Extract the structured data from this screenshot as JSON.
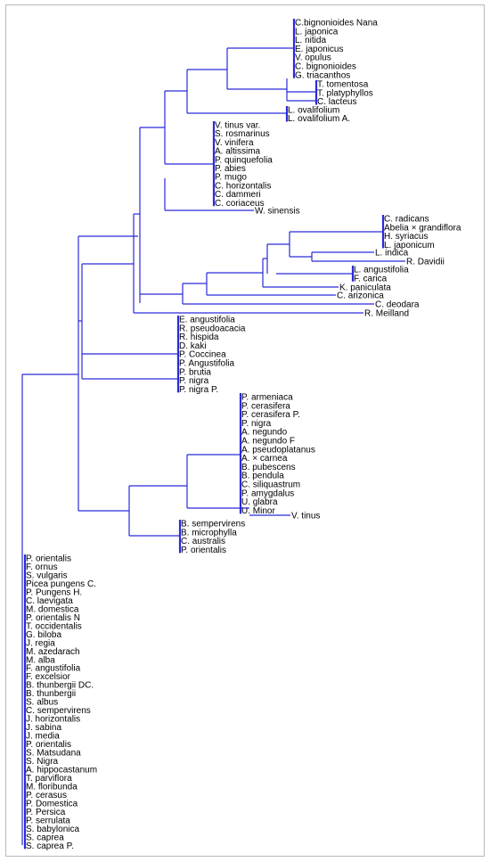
{
  "diagram": {
    "type": "dendrogram",
    "line_color": "#2a2adc",
    "leaves": [
      "C.bignonioides Nana",
      "L. japonica",
      "L. nitida",
      "E. japonicus",
      "V. opulus",
      "C. bignonioides",
      "G. triacanthos",
      "T. tomentosa",
      "T. platyphyllos",
      "C. lacteus",
      "L. ovalifolium",
      "L. ovalifolium A.",
      "V. tinus var.",
      "S. rosmarinus",
      "V. vinifera",
      "A. altissima",
      "P. quinquefolia",
      "P. abies",
      "P. mugo",
      "C. horizontalis",
      "C. dammeri",
      "C. coriaceus",
      "W. sinensis",
      "C. radicans",
      "Abelia × grandiflora",
      "H. syriacus",
      "L. japonicum",
      "L. indica",
      "R. Davidii",
      "L. angustifolia",
      "F. carica",
      "K. paniculata",
      "C. arizonica",
      "C. deodara",
      "R. Meilland",
      "E. angustifolia",
      "R. pseudoacacia",
      "R. hispida",
      "D. kaki",
      "P. Coccinea",
      "P. Angustifolia",
      "P. brutia",
      "P. nigra",
      "P. nigra P.",
      "P. armeniaca",
      "P. cerasifera",
      "P. cerasifera P.",
      "P. nigra",
      "A. negundo",
      "A. negundo F",
      "A. pseudoplatanus",
      "A. × carnea",
      "B. pubescens",
      "B. pendula",
      "C. siliquastrum",
      "P. amygdalus",
      "U. glabra",
      "U. Minor",
      "V. tinus",
      "B. sempervirens",
      "B. microphylla",
      "C. australis",
      "P. orientalis",
      "P. orientalis",
      "F. ornus",
      "S. vulgaris",
      "Picea pungens C.",
      "P. Pungens H.",
      "C. laevigata",
      "M. domestica",
      "P. orientalis N",
      "T. occidentalis",
      "G. biloba",
      "J. regia",
      "M. azedarach",
      "M. alba",
      "F. angustifolia",
      "F. excelsior",
      "B. thunbergii DC.",
      "B. thunbergii",
      "S. albus",
      "C. sempervirens",
      "J. horizontalis",
      "J. sabina",
      "J. media",
      "P. orientalis",
      "S. Matsudana",
      "S. Nigra",
      "A. hippocastanum",
      "T. parviflora",
      "M. floribunda",
      "P. cerasus",
      "P. Domestica",
      "P. Persica",
      "P. serrulata",
      "S. babylonica",
      "S. caprea",
      "S. caprea P."
    ]
  }
}
